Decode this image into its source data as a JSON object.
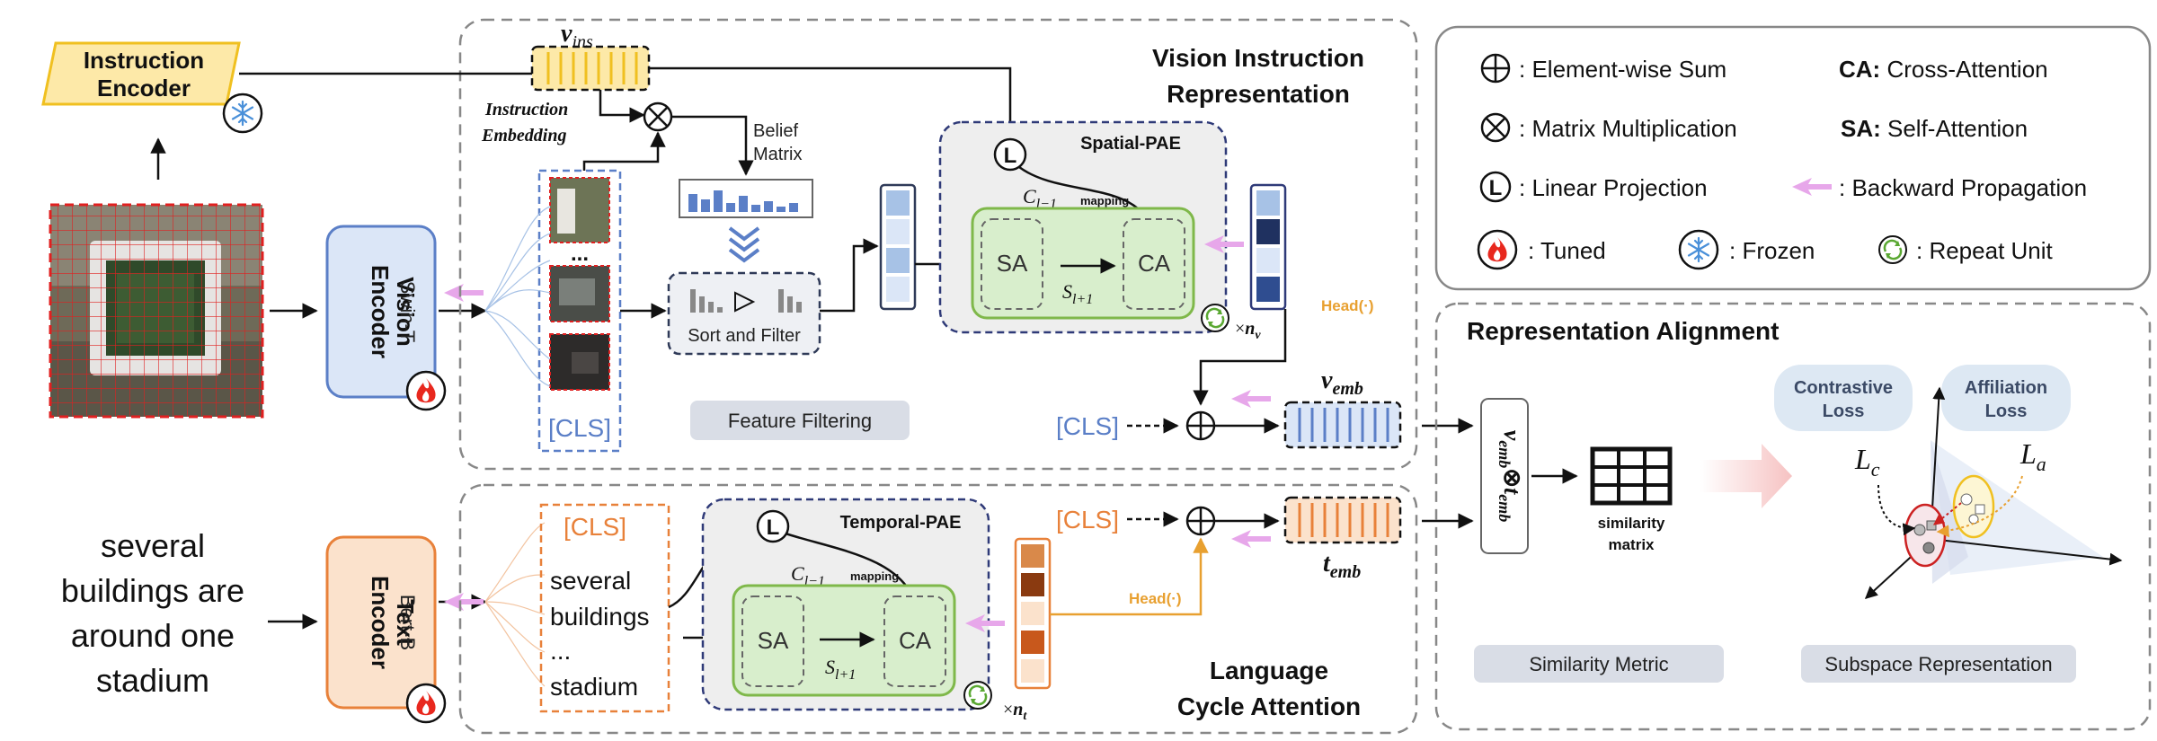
{
  "instruction_encoder": {
    "line1": "Instruction",
    "line2": "Encoder"
  },
  "instruction_embedding": {
    "line1": "Instruction",
    "line2": "Embedding"
  },
  "v_ins": {
    "base": "v",
    "sub": "ins"
  },
  "belief_matrix": {
    "line1": "Belief",
    "line2": "Matrix"
  },
  "sort_filter": "Sort and Filter",
  "feature_filtering": "Feature Filtering",
  "vision_section": {
    "line1": "Vision Instruction",
    "line2": "Representation"
  },
  "language_section": {
    "line1": "Language",
    "line2": "Cycle Attention"
  },
  "spatial_pae": "Spatial-PAE",
  "temporal_pae": "Temporal-PAE",
  "vision_encoder": {
    "line1": "Vision",
    "line2": "Encoder",
    "line3": "Swin-T"
  },
  "text_encoder": {
    "line1": "Text",
    "line2": "Encoder",
    "line3": "Bert-B"
  },
  "cls": "[CLS]",
  "ellipsis": "...",
  "text_tokens": [
    "several",
    "buildings",
    "...",
    "stadium"
  ],
  "caption": [
    "several",
    "buildings are",
    "around one",
    "stadium"
  ],
  "sa": "SA",
  "ca": "CA",
  "linear_symbol": "L",
  "c_l_minus_1": {
    "base": "C",
    "sub": "l−1"
  },
  "mapping": "mapping",
  "s_l_plus_1": {
    "base": "S",
    "sub": "l+1"
  },
  "times_nv": {
    "times": "×",
    "n": "n",
    "sub": "v"
  },
  "times_nt": {
    "times": "×",
    "n": "n",
    "sub": "t"
  },
  "head": "Head(·)",
  "v_emb": {
    "base": "v",
    "sub": "emb"
  },
  "t_emb": {
    "base": "t",
    "sub": "emb"
  },
  "rep_align_title": "Representation Alignment",
  "sim_formula": {
    "v": "v",
    "vsub": "emb",
    "op": "⊗",
    "t": "t",
    "tsub": "emb"
  },
  "similarity_matrix": {
    "line1": "similarity",
    "line2": "matrix"
  },
  "contrastive_loss": {
    "line1": "Contrastive",
    "line2": "Loss"
  },
  "affiliation_loss": {
    "line1": "Affiliation",
    "line2": "Loss"
  },
  "lc": {
    "base": "L",
    "sub": "c"
  },
  "la": {
    "base": "L",
    "sub": "a"
  },
  "similarity_metric": "Similarity Metric",
  "subspace_representation": "Subspace Representation",
  "legend": {
    "element_sum": ": Element-wise Sum",
    "matmul": ": Matrix Multiplication",
    "linear": ": Linear Projection",
    "tuned": ": Tuned",
    "frozen": ": Frozen",
    "repeat": ": Repeat Unit",
    "ca_key": "CA:",
    "ca_val": " Cross-Attention",
    "sa_key": "SA:",
    "sa_val": " Self-Attention",
    "backward": ": Backward Propagation"
  },
  "colors": {
    "vision_blue": "#5b7fc7",
    "vision_fill": "#dbe6f7",
    "text_orange": "#e8813a",
    "text_fill": "#fbe2cc",
    "repeat_green": "#7fb84a",
    "repeat_fill": "#d8eecc",
    "instr_yellow": "#f0c020",
    "backprop_pink": "#e7a7ea",
    "panel_gray": "#d9dde6"
  }
}
